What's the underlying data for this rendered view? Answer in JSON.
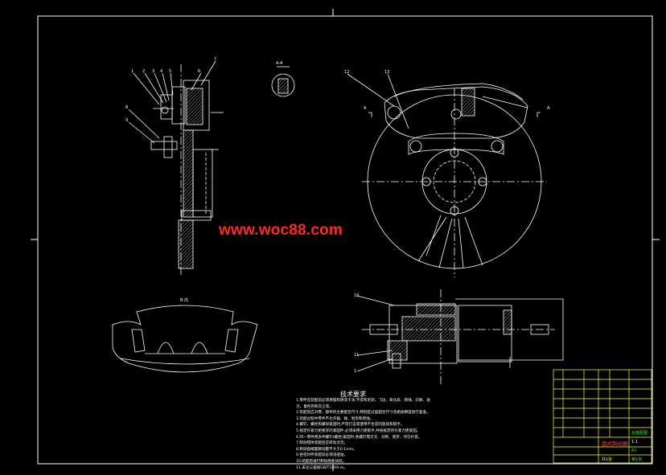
{
  "watermark": "www.woc88.com",
  "title_block": {
    "drawing_name": "盘式制动器",
    "cell_a": "总装配图",
    "cell_b": "1:1",
    "cell_c": "A1",
    "cell_d": "共1张",
    "cell_e": "第1张"
  },
  "tech_requirements": {
    "title": "技术要求",
    "lines": [
      "1.零件在装配前必须清理和清洗干净,不得有毛刺、飞边、氧化皮、锈蚀、切屑、油",
      "污、着色剂和灰尘等。",
      "2.装配前应对零、部件的主要配合尺寸,特别是过盈配合尺寸及相关精度进行复查。",
      "3.装配过程中零件不允许磕、碰、划伤和锈蚀。",
      "4.螺钉、螺栓和螺母紧固时,严禁打击或使用不合适的旋具和扳手。",
      "5.规定拧紧力矩要求的紧固件,必须采用力矩扳手,并按规定的拧紧力矩紧固。",
      "6.同一零件用多件螺钉(螺栓)紧固时,各螺钉需交叉、对称、逐步、均匀拧紧。",
      "7.制动钳体装配后应转动灵活。",
      "8.制动盘端面跳动量不大于0.1mm。",
      "9.各密封件装配前必须浸透油。",
      "10.装配后进行制动性能试验。",
      "11.未注公差按GB/T1804-m。"
    ]
  },
  "labels": {
    "view_a_top": "A-A",
    "view_b": "B 向",
    "view_a_left": "A",
    "view_a_right": "A"
  },
  "part_numbers": [
    "1",
    "2",
    "3",
    "4",
    "5",
    "6",
    "7",
    "8",
    "9",
    "10",
    "11",
    "12",
    "13"
  ],
  "colors": {
    "background": "#000000",
    "lines": "#ffffff",
    "watermark": "#ff2a1a",
    "title_border": "#ffff40",
    "title_text": "#22ff22",
    "leader": "#ffffff"
  }
}
